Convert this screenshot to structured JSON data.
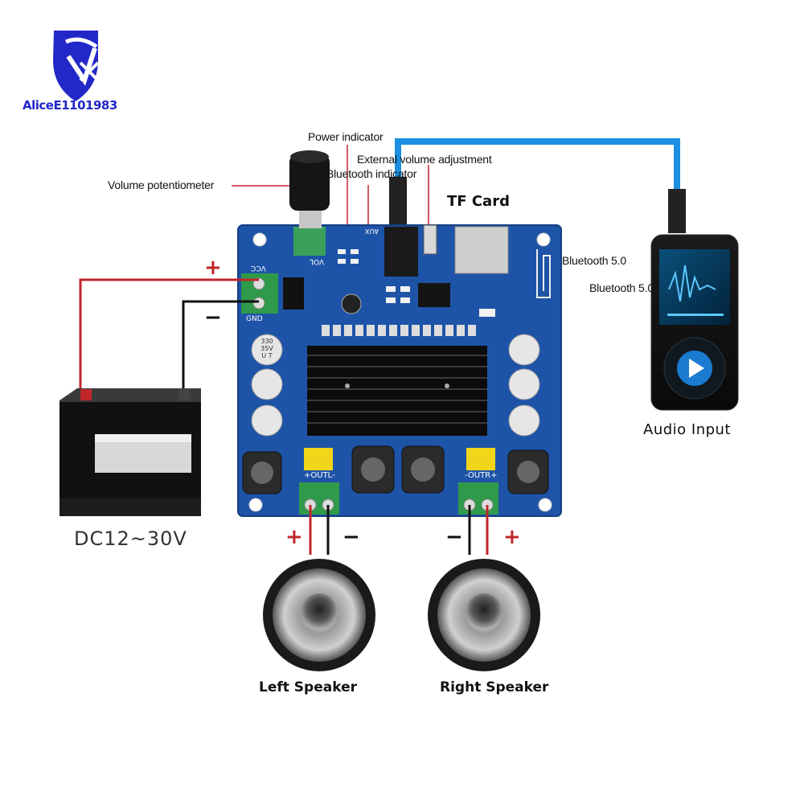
{
  "brand": {
    "name": "AliceE1101983",
    "colors": {
      "logo_blue": "#2228c8",
      "logo_red": "#d42a2a"
    }
  },
  "callouts": {
    "power_indicator": "Power indicator",
    "external_volume": "External volume adjustment",
    "bluetooth_indicator": "Bluetooth indicator",
    "volume_potentiometer": "Volume potentiometer",
    "tf_card": "TF Card",
    "bluetooth_5_a": "Bluetooth 5.0",
    "bluetooth_5_b": "Bluetooth 5.0"
  },
  "power": {
    "voltage": "DC12~30V",
    "plus": "+",
    "minus": "−"
  },
  "speakers": {
    "left": {
      "label": "Left Speaker",
      "plus": "+",
      "minus": "−"
    },
    "right": {
      "label": "Right Speaker",
      "plus": "+",
      "minus": "−"
    }
  },
  "audio_input_label": "Audio Input",
  "board": {
    "vol_label": "VOL",
    "gnd_label": "GND",
    "vcc_label": "VCC",
    "aux_label": "AUX",
    "out_l": "+OUTL-",
    "out_r": "-OUTR+",
    "capacitor_text": [
      "330",
      "35V",
      "U T"
    ]
  },
  "colors": {
    "board": "#1e54a8",
    "cable_blue": "#1b8fe0",
    "wire_red": "#c0262a",
    "terminal_green": "#2f9a4a"
  }
}
